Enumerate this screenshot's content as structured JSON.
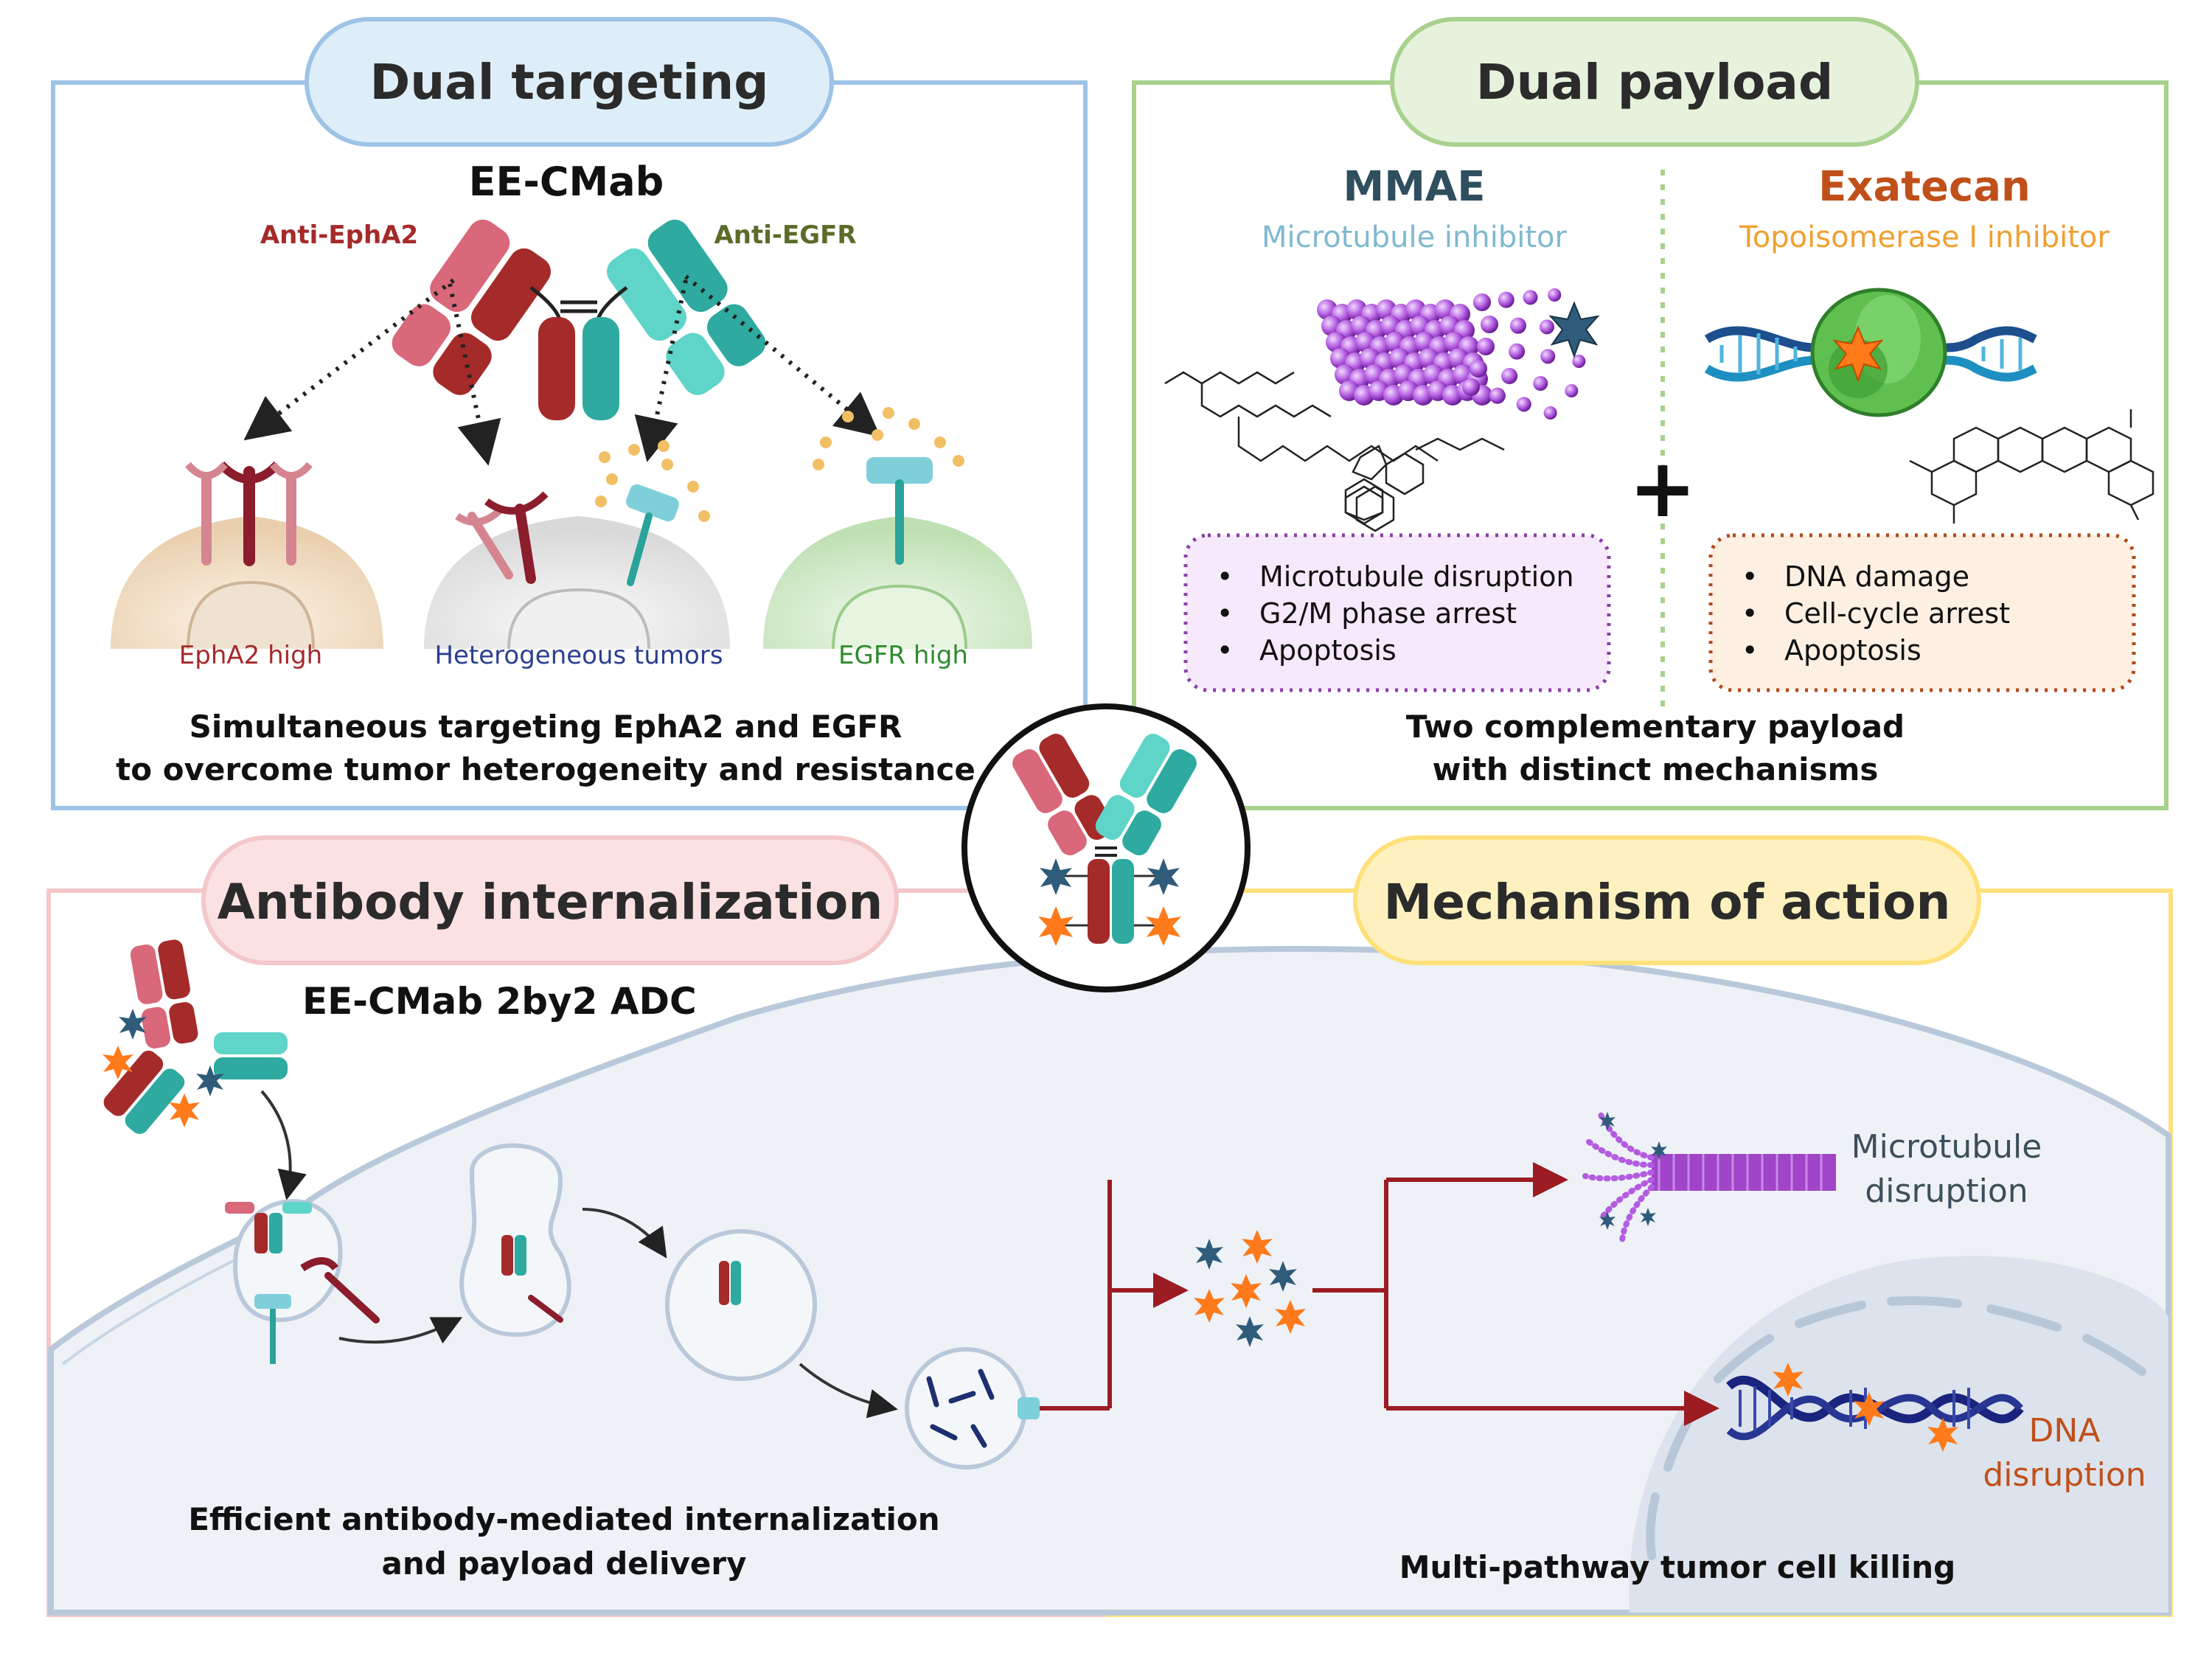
{
  "dual_targeting": {
    "title": "Dual targeting",
    "antibody_name": "EE-CMab",
    "left_arm": "Anti-EphA2",
    "right_arm": "Anti-EGFR",
    "cells": [
      "EphA2 high",
      "Heterogeneous tumors",
      "EGFR high"
    ],
    "caption_line1": "Simultaneous targeting EphA2 and EGFR",
    "caption_line2": "to overcome tumor heterogeneity and resistance"
  },
  "dual_payload": {
    "title": "Dual payload",
    "left_name": "MMAE",
    "left_sub": "Microtubule inhibitor",
    "right_name": "Exatecan",
    "right_sub": "Topoisomerase I inhibitor",
    "plus": "+",
    "left_bullets": [
      "Microtubule disruption",
      "G2/M phase arrest",
      "Apoptosis"
    ],
    "right_bullets": [
      "DNA damage",
      "Cell-cycle arrest",
      "Apoptosis"
    ],
    "caption_line1": "Two complementary payload",
    "caption_line2": "with distinct mechanisms"
  },
  "internalization": {
    "title": "Antibody internalization",
    "adc_name": "EE-CMab 2by2 ADC",
    "caption_line1": "Efficient antibody-mediated internalization",
    "caption_line2": "and payload delivery"
  },
  "mechanism": {
    "title": "Mechanism of action",
    "microtubule_line1": "Microtubule",
    "microtubule_line2": "disruption",
    "dna_line1": "DNA",
    "dna_line2": "disruption",
    "caption": "Multi-pathway tumor cell killing"
  },
  "colors": {
    "blue_panel": "#9dc3e6",
    "green_panel": "#a9d18e",
    "pink_panel": "#f4c7c9",
    "yellow_panel": "#ffe07a",
    "ephA2": "#a52a2a",
    "egfr": "#2eaaa0",
    "mmae": "#2f4f5f",
    "exatecan": "#c0501a"
  }
}
